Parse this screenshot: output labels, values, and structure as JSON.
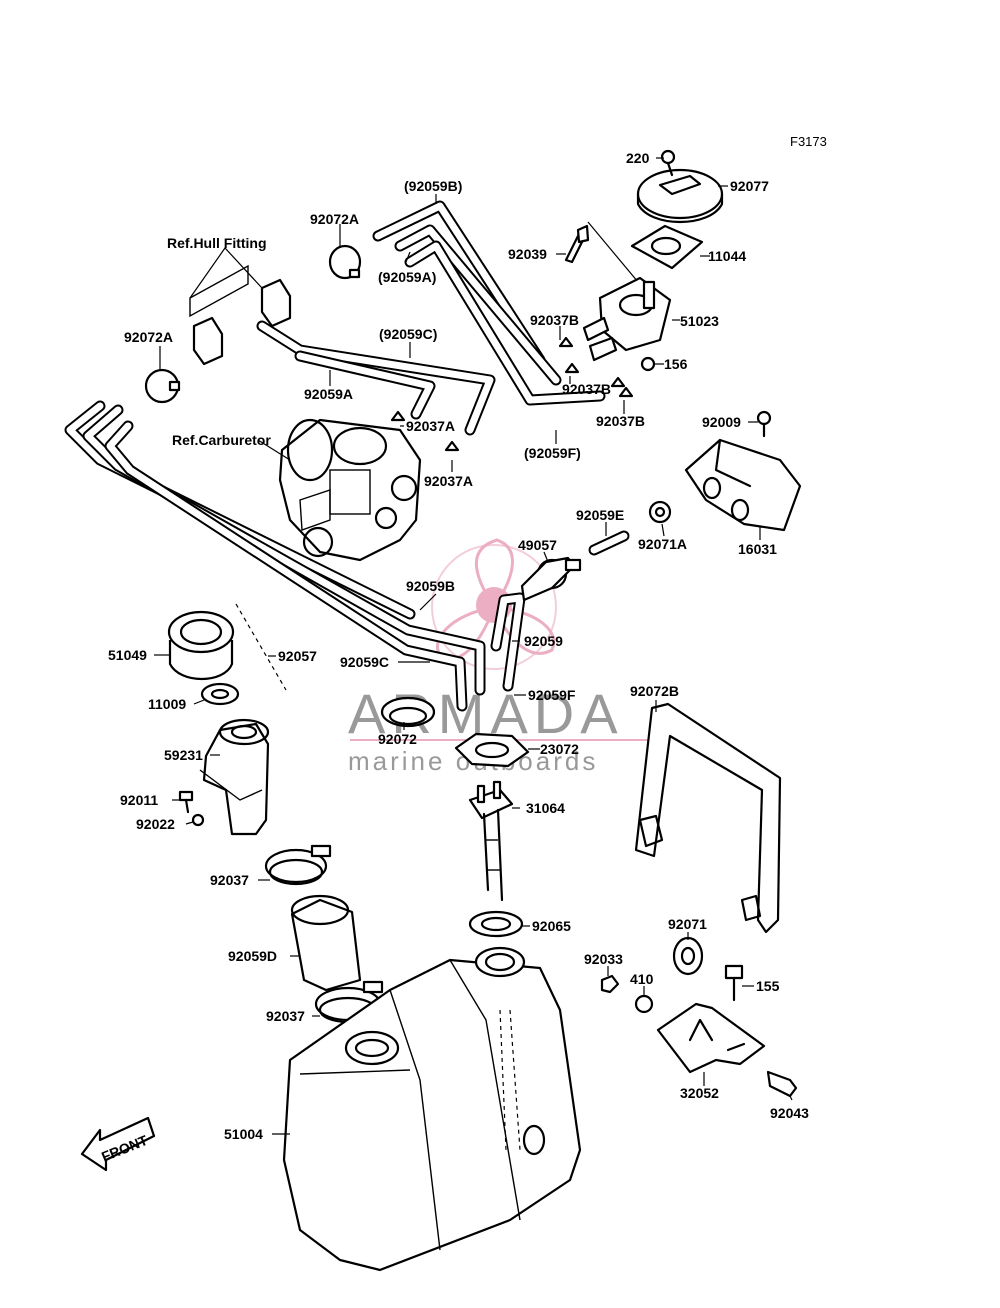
{
  "figure_code": "F3173",
  "labels": {
    "l220": "220",
    "l92077": "92077",
    "l92059B_top": "(92059B)",
    "l92072A_top": "92072A",
    "ref_hull": "Ref.Hull Fitting",
    "l92059A_paren": "(92059A)",
    "l92039": "92039",
    "l11044": "11044",
    "l92037B_1": "92037B",
    "l51023": "51023",
    "l92072A_left": "92072A",
    "l92059C_paren": "(92059C)",
    "l156": "156",
    "l92059A": "92059A",
    "l92037B_2": "92037B",
    "l92037B_3": "92037B",
    "l92009": "92009",
    "l92037A_1": "92037A",
    "ref_carb": "Ref.Carburetor",
    "l92059F_paren": "(92059F)",
    "l92037A_2": "92037A",
    "l92059E": "92059E",
    "l49057": "49057",
    "l92071A": "92071A",
    "l16031": "16031",
    "l92059B": "92059B",
    "l51049": "51049",
    "l92057": "92057",
    "l92059": "92059",
    "l92059C": "92059C",
    "l11009": "11009",
    "l92059F": "92059F",
    "l92072B": "92072B",
    "l92072": "92072",
    "l59231": "59231",
    "l23072": "23072",
    "l92011": "92011",
    "l31064": "31064",
    "l92022": "92022",
    "l92037_1": "92037",
    "l92065": "92065",
    "l92071": "92071",
    "l92059D": "92059D",
    "l92033": "92033",
    "l410": "410",
    "l155": "155",
    "l92037_2": "92037",
    "l32052": "32052",
    "l92043": "92043",
    "l51004": "51004",
    "front": "FRONT"
  },
  "watermark": {
    "brand": "ARMADA",
    "tagline": "marine outboards",
    "accent_color": "#e8a0b8",
    "text_color": "#888888"
  }
}
